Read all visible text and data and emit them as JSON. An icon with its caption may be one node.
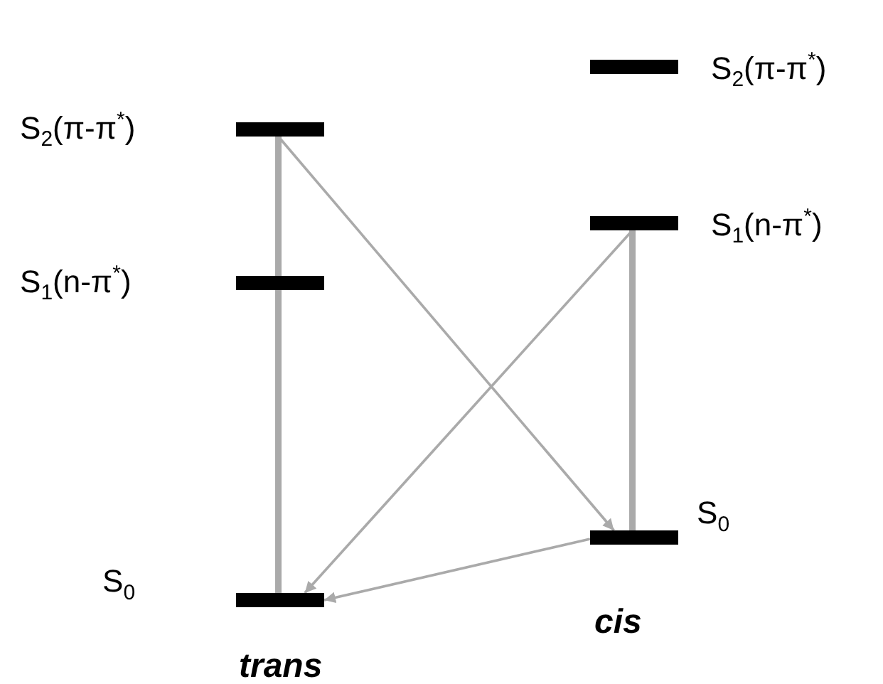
{
  "diagram": {
    "nodes": [
      {
        "text": [],
        "shape": "bar",
        "beside": [
          "S$_{2}$(π-π$^{*}$)"
        ]
      },
      {
        "text": [],
        "shape": "bar",
        "beside": [
          "S$_{1}$(n-π$^{*}$)"
        ]
      },
      {
        "text": [],
        "shape": "bar",
        "beside": [
          "S$_{0}$"
        ]
      },
      {
        "text": [],
        "shape": "bar",
        "beside": [
          "S$_{2}$(π-π$^{*}$)"
        ]
      },
      {
        "text": [],
        "shape": "bar",
        "beside": [
          "S$_{1}$(n-π$^{*}$)"
        ]
      },
      {
        "text": [],
        "shape": "bar",
        "beside": [
          "S$_{0}$"
        ]
      }
    ],
    "edges": [
      {
        "from": 0,
        "to": 2,
        "arrow": "none",
        "style": "thick"
      },
      {
        "from": 0,
        "to": 5,
        "arrow": "to"
      },
      {
        "from": 4,
        "to": 2,
        "arrow": "to"
      },
      {
        "from": 4,
        "to": 5,
        "arrow": "none",
        "style": "thick"
      },
      {
        "from": 5,
        "to": 2,
        "arrow": "to"
      }
    ],
    "labels": [
      "cis",
      "trans"
    ]
  }
}
